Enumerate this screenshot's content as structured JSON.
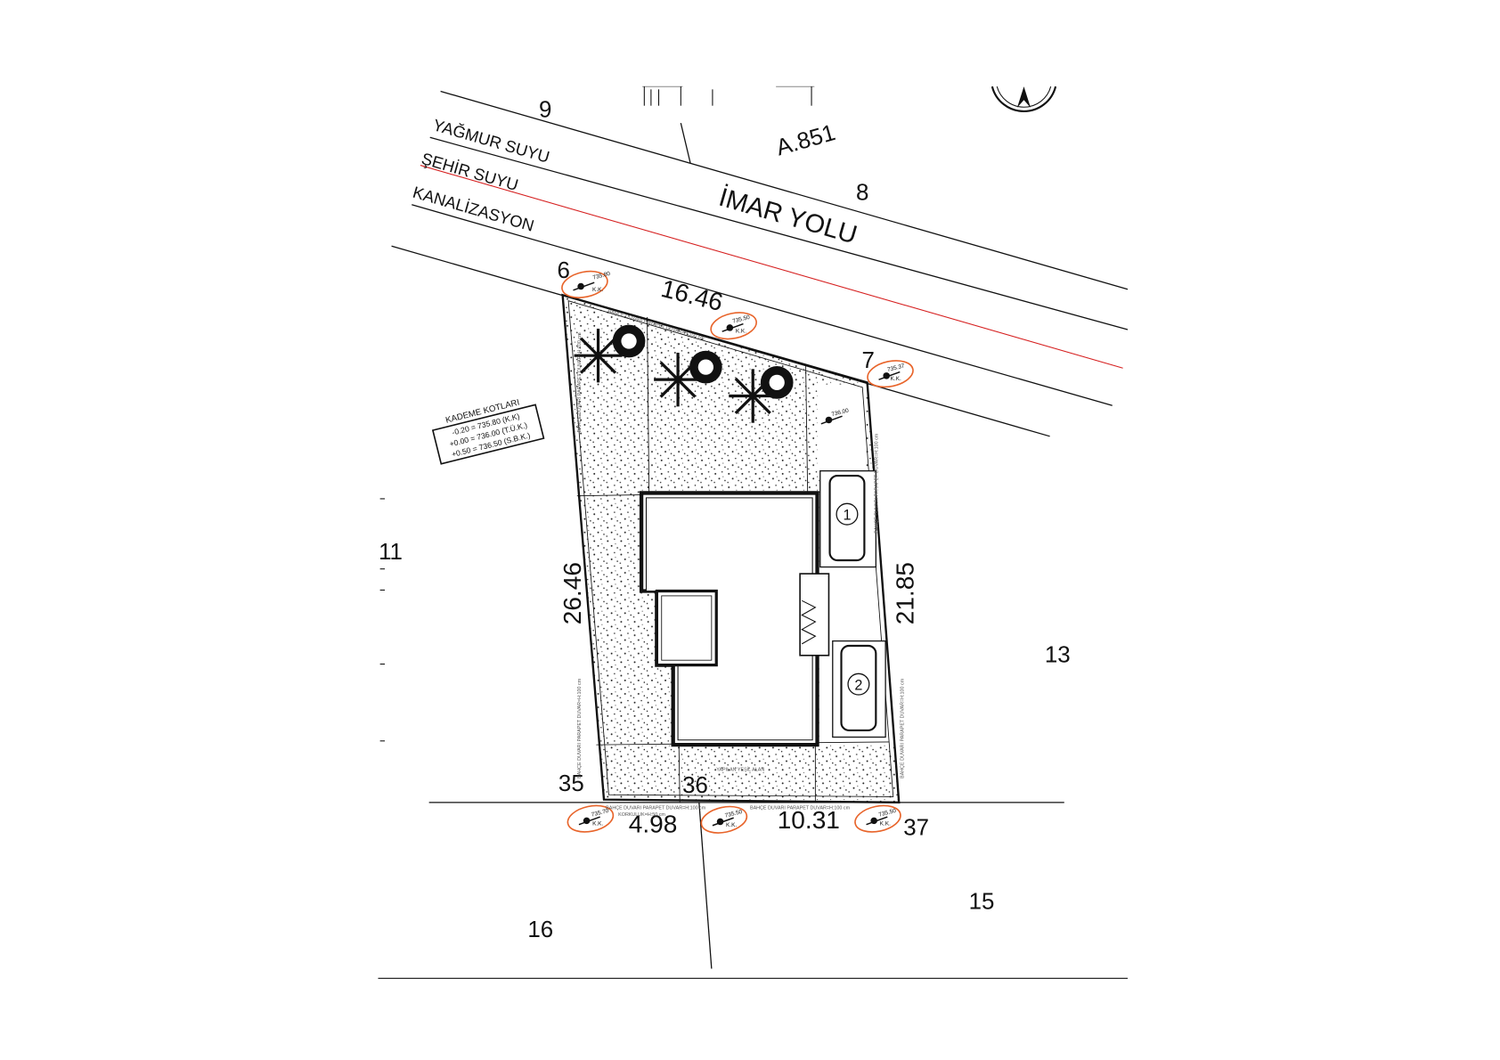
{
  "drawing": {
    "road": {
      "label": "İMAR YOLU",
      "width_num": "8",
      "adjacent_num": "9",
      "parcel": "A.851"
    },
    "utility_lines": [
      {
        "label": "YAĞMUR SUYU",
        "color": "#111111"
      },
      {
        "label": "ŞEHİR SUYU",
        "color": "#d62020"
      },
      {
        "label": "KANALİZASYON",
        "color": "#111111"
      }
    ],
    "corners": {
      "c6": "6",
      "c7": "7",
      "c35": "35",
      "c36": "36",
      "c37": "37"
    },
    "dimensions": {
      "north": "16.46",
      "west": "26.46",
      "east": "21.85",
      "south_left": "4.98",
      "south_right": "10.31"
    },
    "neighbor_parcels": {
      "p11": "11",
      "p13": "13",
      "p15": "15",
      "p16": "16"
    },
    "kademe": {
      "title": "KADEME KOTLARI",
      "lines": [
        "-0.20 = 735.80 (K.K)",
        "+0.00 = 736.00 (T.Ü.K.)",
        "+0.50 = 736.50 (S.B.K.)"
      ]
    },
    "elevation_marks": [
      {
        "value": "735.80",
        "code": "K.K."
      },
      {
        "value": "735.50",
        "code": "K.K."
      },
      {
        "value": "735.37",
        "code": "K.K."
      },
      {
        "value": "735.70",
        "code": "K.K."
      },
      {
        "value": "735.50",
        "code": "K.K."
      },
      {
        "value": "735.50",
        "code": "K.K."
      }
    ],
    "inner_mark": "736.00",
    "parking": [
      "1",
      "2"
    ],
    "wall_note": "BAHÇE DUVARI PARAPET DUVAR=H:100 cm",
    "railing_note": "KORKULUK=H:50 cm",
    "green_note": "YAPILAN YEŞİL ALAN",
    "highlight_color": "#e8642a"
  }
}
